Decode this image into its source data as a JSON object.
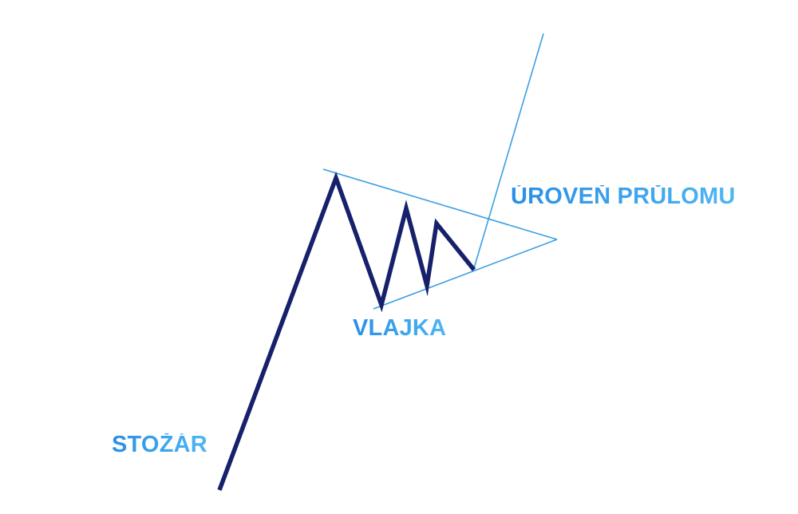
{
  "diagram": {
    "labels": {
      "breakout": "ÚROVEŇ PRŮLOMU",
      "flag": "VLAJKA",
      "pole": "STOŽÁR"
    },
    "colors": {
      "background": "#ffffff",
      "price_line": "#17206b",
      "trend_lines": "#3a9fe3",
      "label_gradient_start": "#2a8fe6",
      "label_gradient_end": "#4fb6f2"
    }
  }
}
